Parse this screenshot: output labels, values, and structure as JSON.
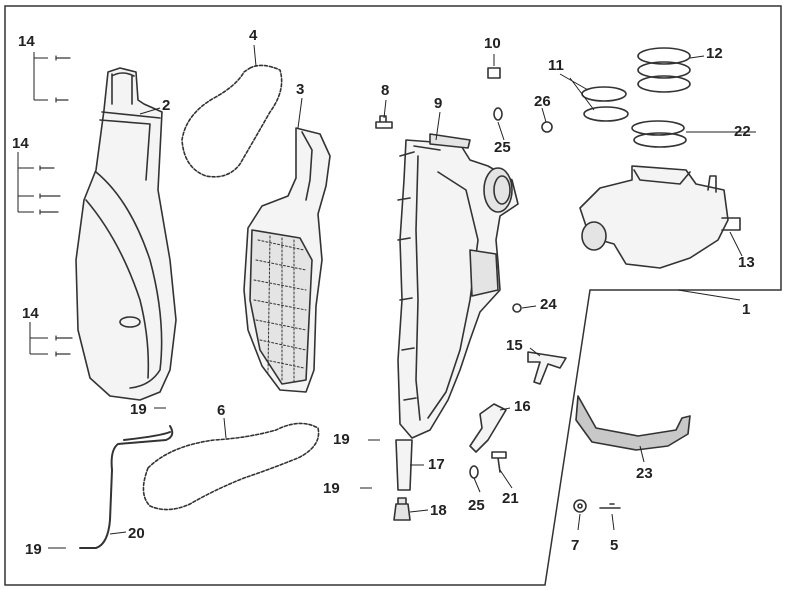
{
  "diagram": {
    "colors": {
      "line": "#333333",
      "fill_light": "#f4f4f4",
      "fill_mid": "#e4e4e4",
      "highlight_part": "#c8c8c8",
      "background": "#ffffff"
    },
    "callouts": [
      {
        "id": "c14a",
        "text": "14"
      },
      {
        "id": "c2",
        "text": "2"
      },
      {
        "id": "c4",
        "text": "4"
      },
      {
        "id": "c3",
        "text": "3"
      },
      {
        "id": "c14b",
        "text": "14"
      },
      {
        "id": "c14c",
        "text": "14"
      },
      {
        "id": "c19a",
        "text": "19"
      },
      {
        "id": "c6",
        "text": "6"
      },
      {
        "id": "c20",
        "text": "20"
      },
      {
        "id": "c19b",
        "text": "19"
      },
      {
        "id": "c8",
        "text": "8"
      },
      {
        "id": "c9",
        "text": "9"
      },
      {
        "id": "c10",
        "text": "10"
      },
      {
        "id": "c25a",
        "text": "25"
      },
      {
        "id": "c26",
        "text": "26"
      },
      {
        "id": "c11",
        "text": "11"
      },
      {
        "id": "c12",
        "text": "12"
      },
      {
        "id": "c22",
        "text": "22"
      },
      {
        "id": "c13",
        "text": "13"
      },
      {
        "id": "c1",
        "text": "1"
      },
      {
        "id": "c24",
        "text": "24"
      },
      {
        "id": "c15",
        "text": "15"
      },
      {
        "id": "c16",
        "text": "16"
      },
      {
        "id": "c19c",
        "text": "19"
      },
      {
        "id": "c17",
        "text": "17"
      },
      {
        "id": "c19d",
        "text": "19"
      },
      {
        "id": "c18",
        "text": "18"
      },
      {
        "id": "c25b",
        "text": "25"
      },
      {
        "id": "c21",
        "text": "21"
      },
      {
        "id": "c23",
        "text": "23"
      },
      {
        "id": "c7",
        "text": "7"
      },
      {
        "id": "c5",
        "text": "5"
      }
    ]
  }
}
